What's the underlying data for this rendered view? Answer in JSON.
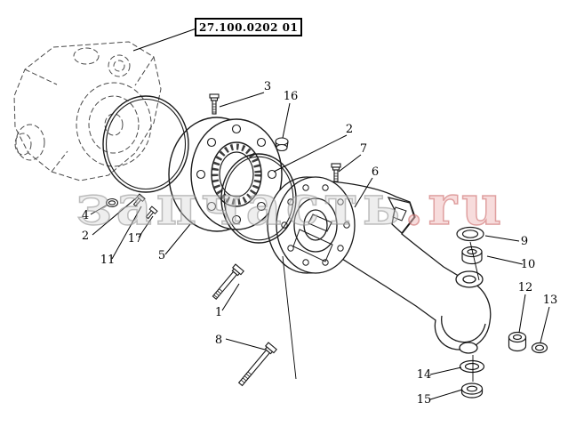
{
  "drawing": {
    "number": "27.100.0202 01"
  },
  "watermark": {
    "text_main": "запчасть",
    "text_suffix": ".ru"
  },
  "callouts": [
    {
      "label": "3"
    },
    {
      "label": "16"
    },
    {
      "label": "2"
    },
    {
      "label": "7"
    },
    {
      "label": "6"
    },
    {
      "label": "9"
    },
    {
      "label": "10"
    },
    {
      "label": "12"
    },
    {
      "label": "13"
    },
    {
      "label": "4"
    },
    {
      "label": "2"
    },
    {
      "label": "11"
    },
    {
      "label": "17"
    },
    {
      "label": "5"
    },
    {
      "label": "1"
    },
    {
      "label": "8"
    },
    {
      "label": "14"
    },
    {
      "label": "15"
    }
  ]
}
